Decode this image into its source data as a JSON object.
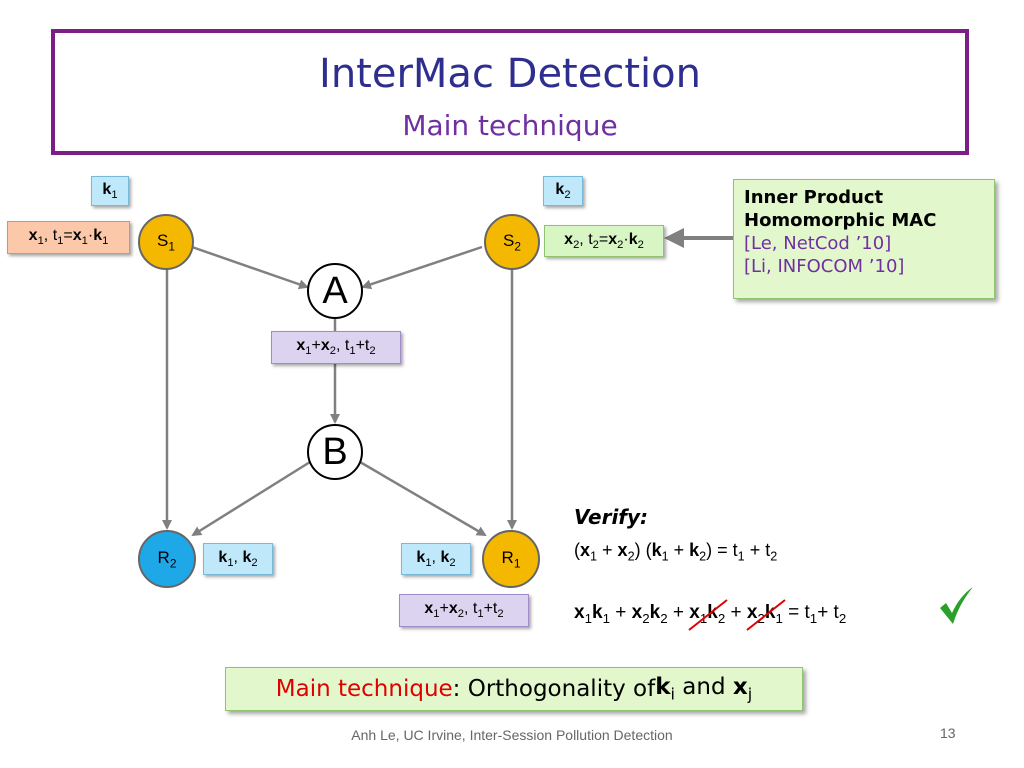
{
  "slide": {
    "title": "InterMac Detection",
    "subtitle": "Main technique"
  },
  "nodes": {
    "s1": {
      "letter": "S",
      "sub": "1"
    },
    "s2": {
      "letter": "S",
      "sub": "2"
    },
    "a": "A",
    "b": "B",
    "r1": {
      "letter": "R",
      "sub": "1"
    },
    "r2": {
      "letter": "R",
      "sub": "2"
    }
  },
  "info_box": {
    "line1": "Inner Product",
    "line2": "Homomorphic MAC",
    "ref1": "[Le, NetCod ’10]",
    "ref2": "[Li, INFOCOM ’10]"
  },
  "verify": {
    "title": "Verify:"
  },
  "bottom": {
    "main_label": "Main technique",
    "rest": ": Orthogonality of "
  },
  "footer": {
    "text": "Anh Le,  UC Irvine, Inter-Session Pollution Detection",
    "page": "13"
  },
  "colors": {
    "title_border": "#7b1f86",
    "title_text": "#2e2e8f",
    "subtitle_text": "#7030a0",
    "source_node": "#f5b800",
    "receiver_node": "#1ea8e8",
    "check": "#2aa02a",
    "strike": "#e00000"
  }
}
